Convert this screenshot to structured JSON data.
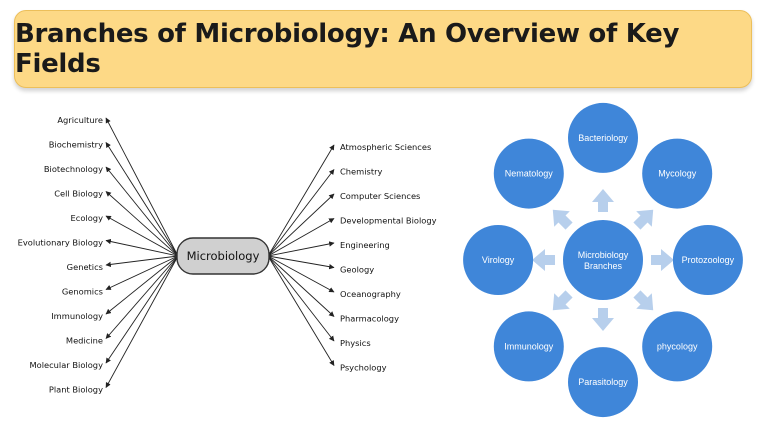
{
  "title": "Branches of Microbiology: An Overview of Key Fields",
  "mindmap": {
    "center": "Microbiology",
    "left_branches": [
      "Agriculture",
      "Biochemistry",
      "Biotechnology",
      "Cell Biology",
      "Ecology",
      "Evolutionary Biology",
      "Genetics",
      "Genomics",
      "Immunology",
      "Medicine",
      "Molecular Biology",
      "Plant Biology"
    ],
    "right_branches": [
      "Atmospheric Sciences",
      "Chemistry",
      "Computer Sciences",
      "Developmental Biology",
      "Engineering",
      "Geology",
      "Oceanography",
      "Pharmacology",
      "Physics",
      "Psychology"
    ]
  },
  "cycle": {
    "center": "Microbiology Branches",
    "branches": [
      "Bacteriology",
      "Mycology",
      "Protozoology",
      "phycology",
      "Parasitology",
      "Immunology",
      "Virology",
      "Nematology"
    ]
  },
  "colors": {
    "banner": "#fdd986",
    "circle": "#3f86d9",
    "arrow": "#b7cfec"
  }
}
